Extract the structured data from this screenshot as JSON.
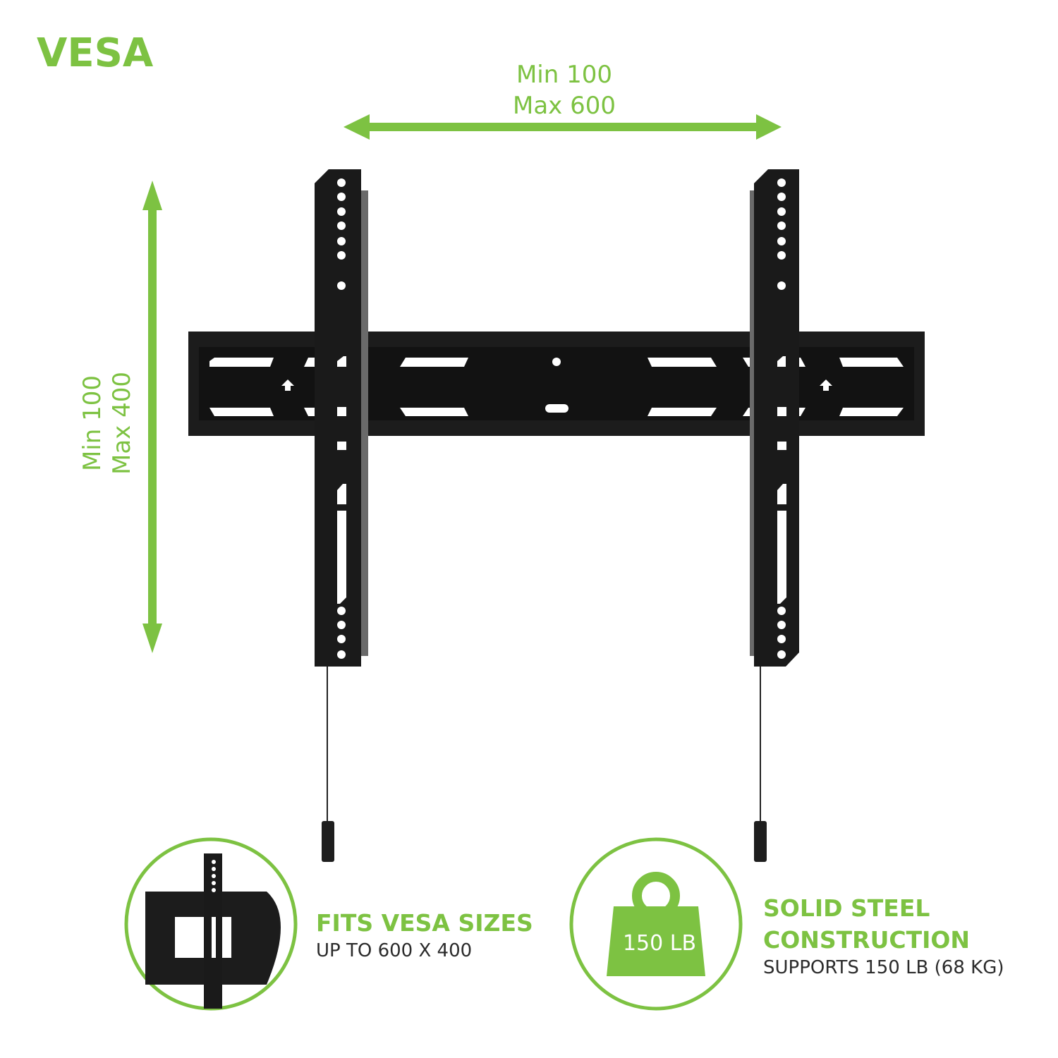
{
  "header": {
    "title": "VESA"
  },
  "dimensions": {
    "horizontal": {
      "min": "Min 100",
      "max": "Max 600"
    },
    "vertical": {
      "min": "Min 100",
      "max": "Max 400"
    }
  },
  "features": [
    {
      "icon": "bracket-thumbnail-icon",
      "title": "FITS VESA SIZES",
      "subtitle": "UP TO 600 X 400"
    },
    {
      "icon": "weight-icon",
      "badge": "150 LB",
      "title_line1": "SOLID STEEL",
      "title_line2": "CONSTRUCTION",
      "subtitle": "SUPPORTS 150 LB (68 KG)"
    }
  ],
  "colors": {
    "accent": "#7dc242",
    "bracket": "#1a1a1a",
    "text_dark": "#2b2b2b"
  }
}
